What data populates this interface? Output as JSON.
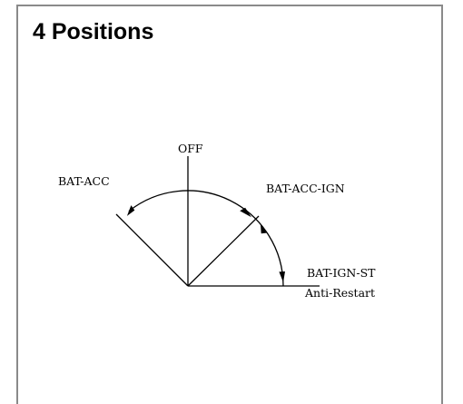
{
  "title": "4 Positions",
  "diagram": {
    "positions": [
      {
        "id": "off",
        "label": "OFF"
      },
      {
        "id": "acc",
        "label": "BAT-ACC"
      },
      {
        "id": "ign",
        "label": "BAT-ACC-IGN"
      },
      {
        "id": "start",
        "label": "BAT-IGN-ST"
      }
    ],
    "note": "Anti-Restart"
  }
}
